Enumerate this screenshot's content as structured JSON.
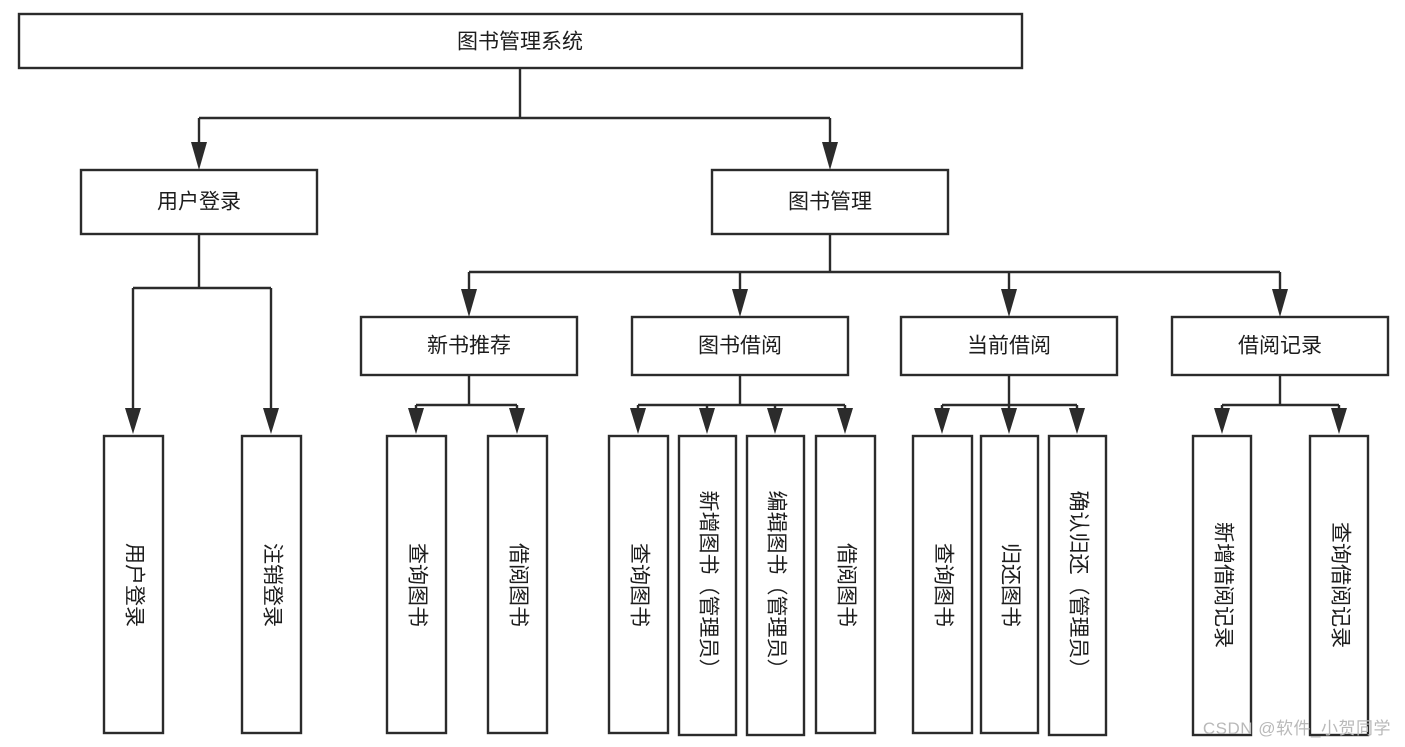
{
  "diagram": {
    "type": "tree-hierarchy-flowchart",
    "title": "图书管理系统",
    "watermark": "CSDN @软件_小贺同学",
    "colors": {
      "background": "#ffffff",
      "box_fill": "#ffffff",
      "box_stroke": "#2b2b2b",
      "text": "#1d1d1d",
      "watermark": "#b9b9b9"
    },
    "levels": {
      "root": {
        "label": "图书管理系统"
      },
      "level2": [
        {
          "label": "用户登录"
        },
        {
          "label": "图书管理"
        }
      ],
      "level3": [
        {
          "label": "新书推荐"
        },
        {
          "label": "图书借阅"
        },
        {
          "label": "当前借阅"
        },
        {
          "label": "借阅记录"
        }
      ],
      "leaves": [
        {
          "label": "用户登录",
          "parent": "用户登录"
        },
        {
          "label": "注销登录",
          "parent": "用户登录"
        },
        {
          "label": "查询图书",
          "parent": "新书推荐"
        },
        {
          "label": "借阅图书",
          "parent": "新书推荐"
        },
        {
          "label": "查询图书",
          "parent": "图书借阅"
        },
        {
          "label": "新增图书（管理员）",
          "parent": "图书借阅"
        },
        {
          "label": "编辑图书（管理员）",
          "parent": "图书借阅"
        },
        {
          "label": "借阅图书",
          "parent": "图书借阅"
        },
        {
          "label": "查询图书",
          "parent": "当前借阅"
        },
        {
          "label": "归还图书",
          "parent": "当前借阅"
        },
        {
          "label": "确认归还（管理员）",
          "parent": "当前借阅"
        },
        {
          "label": "新增借阅记录",
          "parent": "借阅记录"
        },
        {
          "label": "查询借阅记录",
          "parent": "借阅记录"
        }
      ]
    },
    "nodes": {
      "root": "图书管理系统",
      "n_user_login": "用户登录",
      "n_book_mgmt": "图书管理",
      "n_new_book_rec": "新书推荐",
      "n_book_borrow": "图书借阅",
      "n_current_borrow": "当前借阅",
      "n_borrow_record": "借阅记录",
      "leaf_user_login": "用户登录",
      "leaf_logout": "注销登录",
      "leaf_query_book_1": "查询图书",
      "leaf_borrow_book_1": "借阅图书",
      "leaf_query_book_2": "查询图书",
      "leaf_add_book": "新增图书（管理员）",
      "leaf_edit_book": "编辑图书（管理员）",
      "leaf_borrow_book_2": "借阅图书",
      "leaf_query_book_3": "查询图书",
      "leaf_return_book": "归还图书",
      "leaf_confirm_return": "确认归还（管理员）",
      "leaf_add_record": "新增借阅记录",
      "leaf_query_record": "查询借阅记录"
    }
  }
}
